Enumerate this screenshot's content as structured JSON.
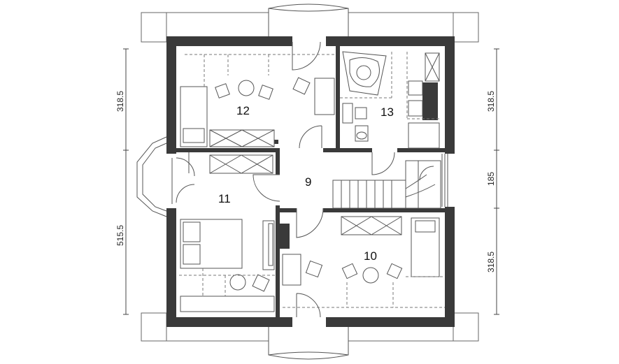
{
  "rooms": {
    "r12": "12",
    "r13": "13",
    "r9": "9",
    "r11": "11",
    "r10": "10"
  },
  "dimensions": {
    "left_top": "318.5",
    "left_bottom": "515.5",
    "right_top": "318.5",
    "right_middle": "185",
    "right_bottom": "318.5"
  },
  "colors": {
    "wall": "#3a3a3a",
    "line": "#555555",
    "dash": "#777777"
  }
}
